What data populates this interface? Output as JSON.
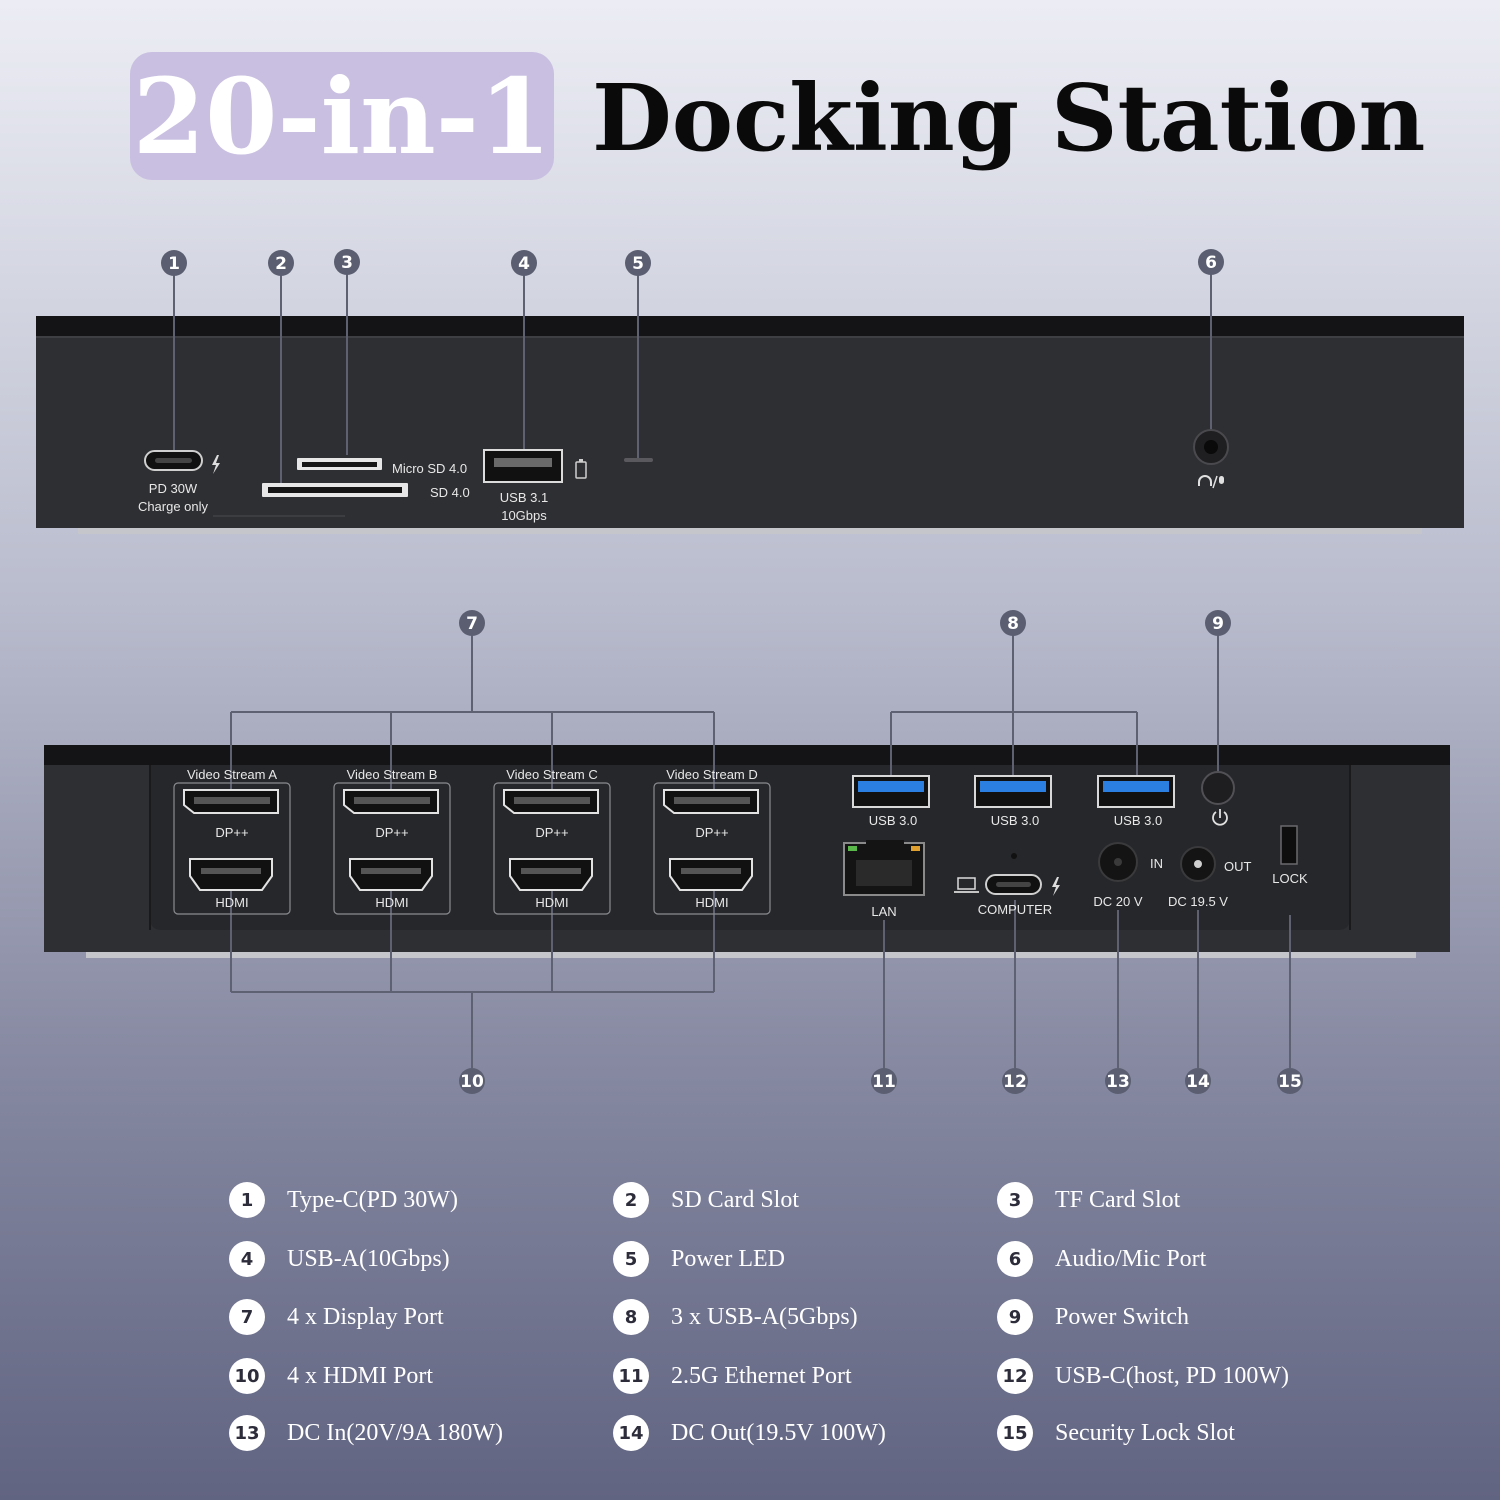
{
  "title": {
    "highlight": "20-in-1",
    "main": "Docking Station"
  },
  "colors": {
    "pill": "#c9bfe1",
    "device": "#2f3033",
    "usb_blue": "#2b7fe0",
    "lines": "#5d6172"
  },
  "front": {
    "usbc_label_1": "PD 30W",
    "usbc_label_2": "Charge only",
    "microsd_label": "Micro SD 4.0",
    "sd_label": "SD 4.0",
    "usba_label_1": "USB 3.1",
    "usba_label_2": "10Gbps",
    "audio_icon": "headphone-mic-icon"
  },
  "rear": {
    "streams": [
      {
        "name": "Video Stream A",
        "dp": "DP++",
        "hdmi": "HDMI"
      },
      {
        "name": "Video Stream B",
        "dp": "DP++",
        "hdmi": "HDMI"
      },
      {
        "name": "Video Stream C",
        "dp": "DP++",
        "hdmi": "HDMI"
      },
      {
        "name": "Video Stream D",
        "dp": "DP++",
        "hdmi": "HDMI"
      }
    ],
    "usb_labels": [
      "USB 3.0",
      "USB 3.0",
      "USB 3.0"
    ],
    "lan_label": "LAN",
    "computer_label": "COMPUTER",
    "dc_in_label": "DC 20 V",
    "in_label": "IN",
    "dc_out_label": "DC 19.5 V",
    "out_label": "OUT",
    "lock_label": "LOCK"
  },
  "callout_numbers": [
    "1",
    "2",
    "3",
    "4",
    "5",
    "6",
    "7",
    "8",
    "9",
    "10",
    "11",
    "12",
    "13",
    "14",
    "15"
  ],
  "legend": [
    {
      "num": "1",
      "label": "Type-C(PD 30W)"
    },
    {
      "num": "2",
      "label": "SD Card Slot"
    },
    {
      "num": "3",
      "label": "TF Card Slot"
    },
    {
      "num": "4",
      "label": "USB-A(10Gbps)"
    },
    {
      "num": "5",
      "label": "Power LED"
    },
    {
      "num": "6",
      "label": "Audio/Mic Port"
    },
    {
      "num": "7",
      "label": "4 x Display Port"
    },
    {
      "num": "8",
      "label": "3 x USB-A(5Gbps)"
    },
    {
      "num": "9",
      "label": "Power Switch"
    },
    {
      "num": "10",
      "label": "4 x HDMI Port"
    },
    {
      "num": "11",
      "label": "2.5G Ethernet Port"
    },
    {
      "num": "12",
      "label": "USB-C(host, PD 100W)"
    },
    {
      "num": "13",
      "label": "DC In(20V/9A 180W)"
    },
    {
      "num": "14",
      "label": "DC Out(19.5V 100W)"
    },
    {
      "num": "15",
      "label": "Security Lock Slot"
    }
  ]
}
